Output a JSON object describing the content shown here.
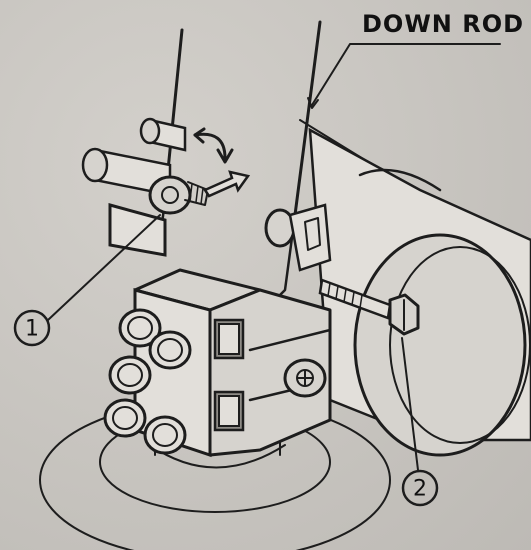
{
  "labels": {
    "down_rod": "DOWN ROD"
  },
  "callouts": [
    {
      "number": "1"
    },
    {
      "number": "2"
    }
  ],
  "icons": [
    "rotate-arrow-icon",
    "push-arrow-icon"
  ],
  "colors": {
    "background": "#c9c6c1",
    "ink": "#1d1d1d"
  }
}
